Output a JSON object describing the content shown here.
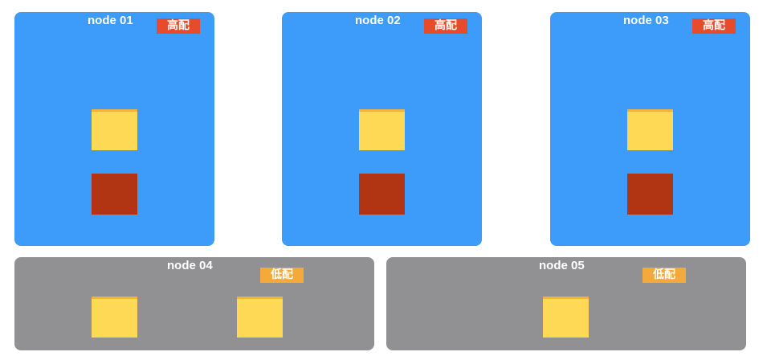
{
  "nodes": [
    {
      "name": "node 01",
      "badge": "高配",
      "tier": "high"
    },
    {
      "name": "node 02",
      "badge": "高配",
      "tier": "high"
    },
    {
      "name": "node 03",
      "badge": "高配",
      "tier": "high"
    },
    {
      "name": "node 04",
      "badge": "低配",
      "tier": "low"
    },
    {
      "name": "node 05",
      "badge": "低配",
      "tier": "low"
    }
  ],
  "colors": {
    "high_node": "#3d9bf9",
    "low_node": "#919193",
    "high_badge": "#e64b2c",
    "low_badge": "#f4a93a",
    "yellow_block": "#fed955",
    "red_block": "#b23513"
  }
}
